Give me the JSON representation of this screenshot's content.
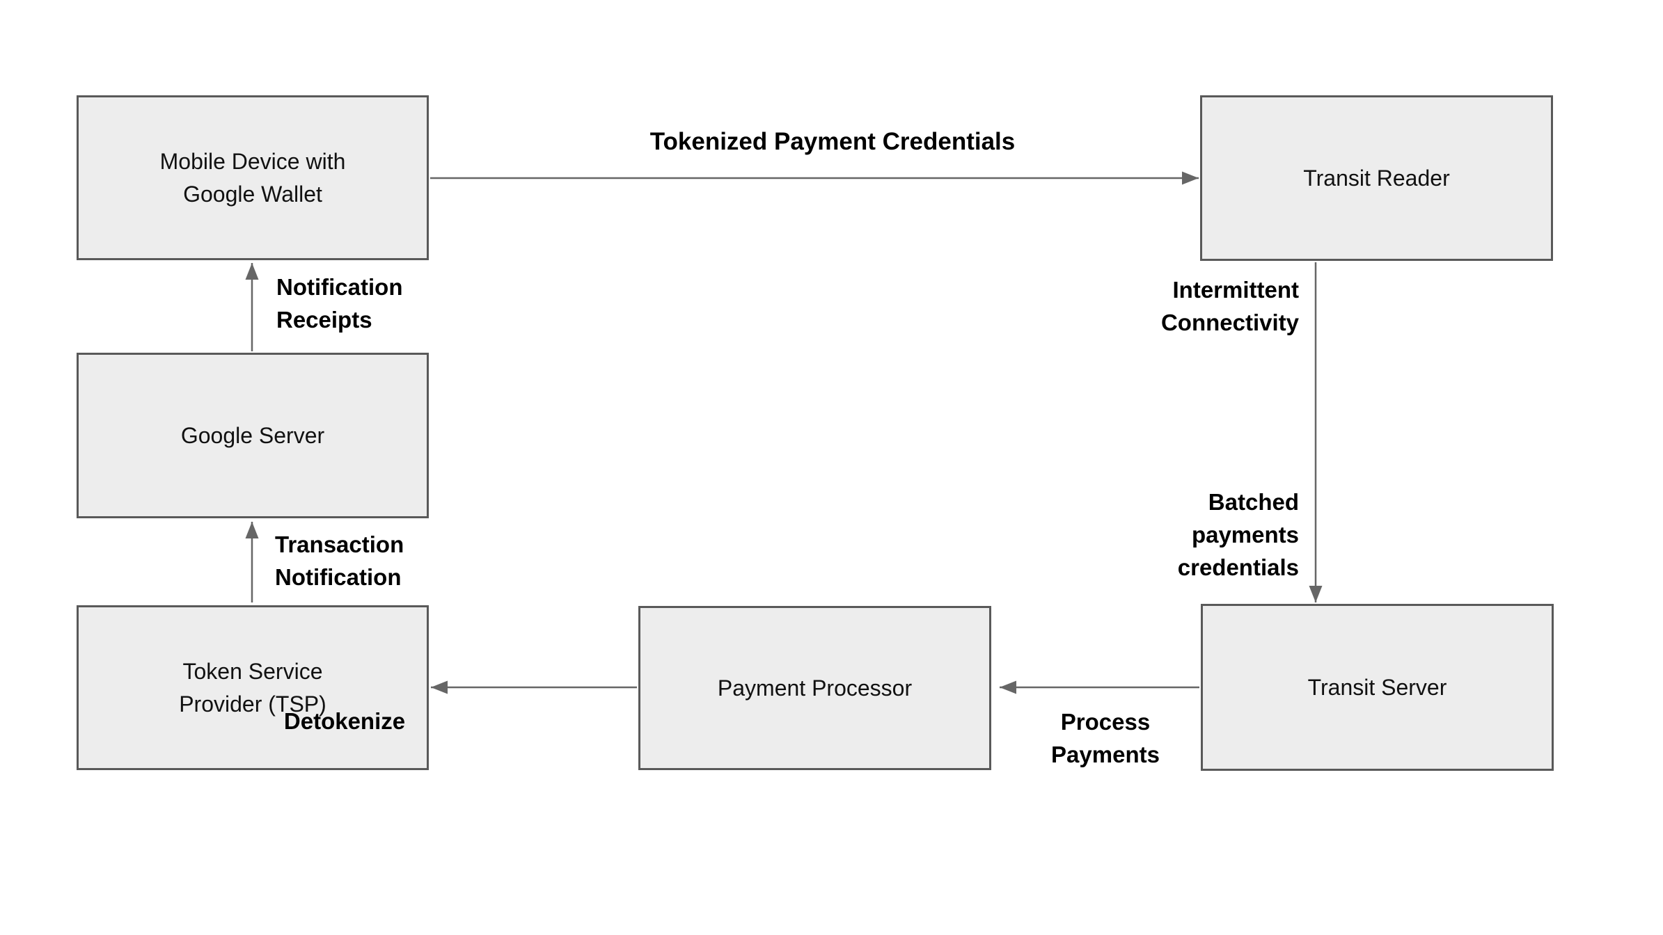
{
  "colors": {
    "background": "#ffffff",
    "box_fill": "#ededed",
    "box_border": "#595959",
    "arrow": "#666666",
    "box_text": "#111111",
    "label_text": "#000000"
  },
  "nodes": {
    "mobile": {
      "label": "Mobile Device with\nGoogle Wallet"
    },
    "transit_reader": {
      "label": "Transit Reader"
    },
    "google_server": {
      "label": "Google Server"
    },
    "tsp": {
      "label": "Token Service\nProvider (TSP)"
    },
    "payment_processor": {
      "label": "Payment Processor"
    },
    "transit_server": {
      "label": "Transit Server"
    }
  },
  "edges": [
    {
      "from": "mobile",
      "to": "transit_reader",
      "direction": "right",
      "labels": [
        "Tokenized Payment Credentials"
      ]
    },
    {
      "from": "transit_reader",
      "to": "transit_server",
      "direction": "down",
      "labels": [
        "Intermittent\nConnectivity",
        "Batched\npayments\ncredentials"
      ]
    },
    {
      "from": "transit_server",
      "to": "payment_processor",
      "direction": "left",
      "labels": [
        "Process\nPayments"
      ]
    },
    {
      "from": "payment_processor",
      "to": "tsp",
      "direction": "left",
      "labels": [
        "Detokenize"
      ]
    },
    {
      "from": "tsp",
      "to": "google_server",
      "direction": "up",
      "labels": [
        "Transaction\nNotification"
      ]
    },
    {
      "from": "google_server",
      "to": "mobile",
      "direction": "up",
      "labels": [
        "Notification\nReceipts"
      ]
    }
  ]
}
